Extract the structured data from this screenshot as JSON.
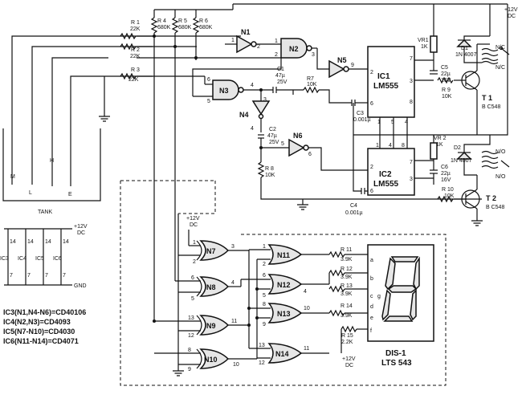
{
  "supply": {
    "plus12v": "+12V",
    "dc": "DC",
    "gnd": "GND"
  },
  "resistors_top": {
    "r1": "R 1",
    "r1v": "22K",
    "r2": "R 2",
    "r2v": "22K",
    "r3": "R 3",
    "r3v": "22K",
    "r4": "R 4",
    "r4v": "680K",
    "r5": "R 5",
    "r5v": "680K",
    "r6": "R 6",
    "r6v": "680K"
  },
  "gates": {
    "n1": "N1",
    "n2": "N2",
    "n3": "N3",
    "n4": "N4",
    "n5": "N5",
    "n6": "N6",
    "n7": "N7",
    "n8": "N8",
    "n9": "N9",
    "n10": "N10",
    "n11": "N11",
    "n12": "N12",
    "n13": "N13",
    "n14": "N14"
  },
  "ic1": {
    "name": "IC1",
    "part": "LM555"
  },
  "ic2": {
    "name": "IC2",
    "part": "LM555"
  },
  "caps": {
    "c1": "C1",
    "c1v": "47µ",
    "c1r": "25V",
    "c2": "C2",
    "c2v": "47µ",
    "c2r": "25V",
    "c3": "C3",
    "c3v": "0.001µ",
    "c4": "C4",
    "c4v": "0.001µ",
    "c5": "C5",
    "c5v": "22µ",
    "c5r": "16V",
    "c6": "C6",
    "c6v": "22µ",
    "c6r": "16V"
  },
  "res_mid": {
    "r7": "R7",
    "r7v": "10K",
    "r8": "R 8",
    "r8v": "10K",
    "r9": "R 9",
    "r9v": "10K",
    "r10": "R 10",
    "r10v": "10K",
    "vr1": "VR1",
    "vr1v": "1K",
    "vr2": "VR 2",
    "vr2v": "1K"
  },
  "relay": {
    "d1": "D1",
    "d1v": "1N 4007",
    "d2": "D2",
    "d2v": "1N 4007",
    "nc": "N/C",
    "no": "N/O",
    "t1": "T 1",
    "t1v": "B C548",
    "t2": "T 2",
    "t2v": "B C548"
  },
  "tank": {
    "label": "TANK",
    "m": "M",
    "l": "L",
    "h": "H",
    "e": "E"
  },
  "display": {
    "name": "DIS-1",
    "part": "LTS 543",
    "r11": "R 11",
    "r11v": "3.9K",
    "r12": "R 12",
    "r12v": "3.9K",
    "r13": "R 13",
    "r13v": "3.9K",
    "r14": "R 14",
    "r14v": "3.9K",
    "r15": "R 15",
    "r15v": "2.2K",
    "a": "a",
    "b": "b",
    "c": "c",
    "d": "d",
    "e": "e",
    "f": "f",
    "g": "g"
  },
  "legend": {
    "l1": "IC3(N1,N4-N6)=CD40106",
    "l2": "IC4(N2,N3)=CD4093",
    "l3": "IC5(N7-N10)=CD4030",
    "l4": "IC6(N11-N14)=CD4071",
    "ic3": "IC3",
    "ic4": "IC4",
    "ic5": "IC5",
    "ic6": "IC6",
    "p14": "14",
    "p7": "7"
  },
  "pins": {
    "p1": "1",
    "p2": "2",
    "p3": "3",
    "p4": "4",
    "p5": "5",
    "p6": "6",
    "p7": "7",
    "p8": "8",
    "p9": "9",
    "p10": "10",
    "p11": "11",
    "p12": "12",
    "p13": "13",
    "p14": "14"
  }
}
